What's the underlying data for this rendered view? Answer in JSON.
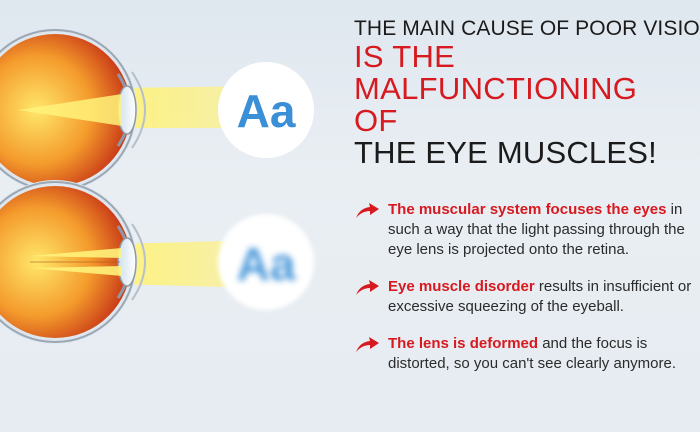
{
  "illustration": {
    "sharp_label": "Aa",
    "blurry_label": "Aa"
  },
  "heading": {
    "line1": "THE MAIN CAUSE OF POOR VISION",
    "line2": "IS THE",
    "line3": "MALFUNCTIONING",
    "line4": "OF",
    "line5": "THE EYE MUSCLES!"
  },
  "points": [
    {
      "strong": "The muscular system focuses the eyes",
      "rest": " in such a way that the light passing through the eye lens is projected onto the retina."
    },
    {
      "strong": "Eye muscle disorder",
      "rest": " results in insufficient or excessive squeezing of the eyeball."
    },
    {
      "strong": "The lens is deformed",
      "rest": " and the focus is distorted, so you can't see clearly anymore."
    }
  ],
  "colors": {
    "accent": "#d71920",
    "text": "#1b1b1b",
    "aa_blue": "#3b8fd6"
  }
}
